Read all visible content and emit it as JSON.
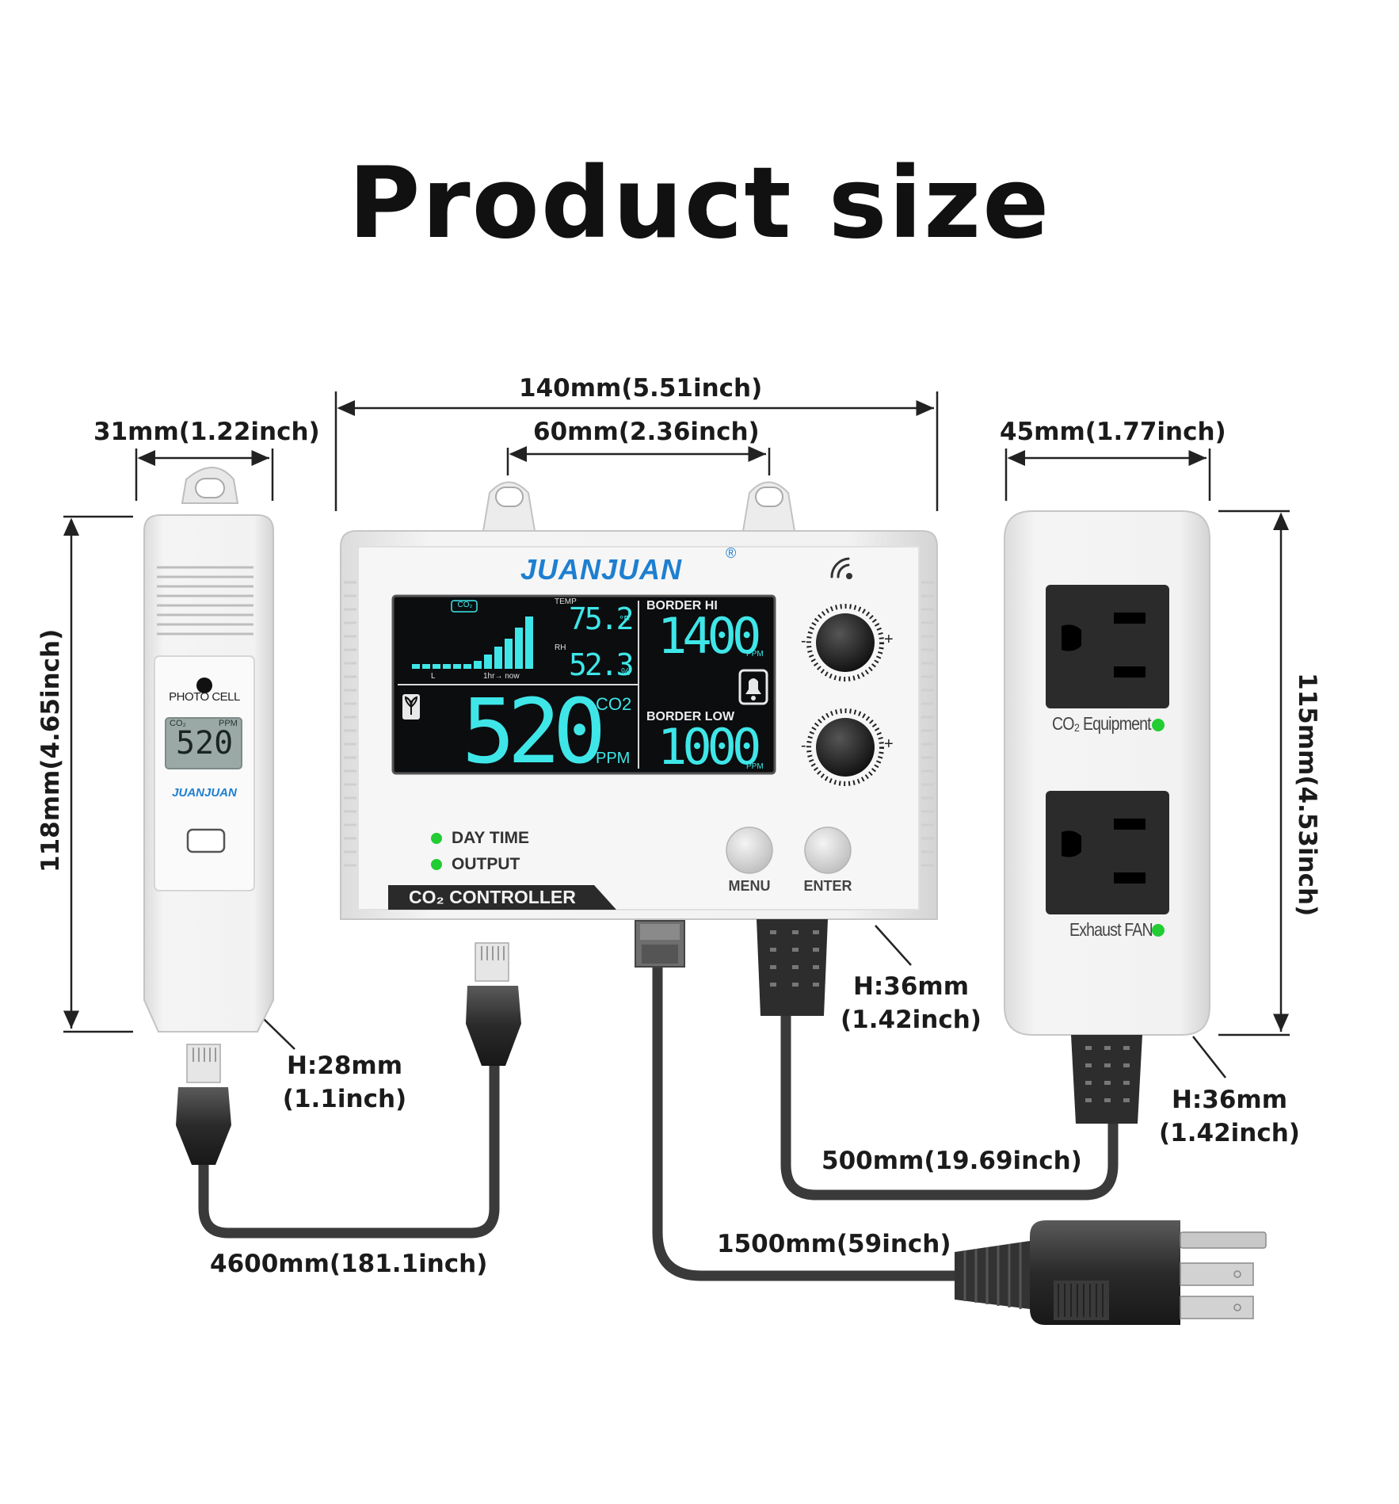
{
  "title": "Product size",
  "brand": "JUANJUAN",
  "brand_mark": "®",
  "dimensions": {
    "sensor_width": "31mm(1.22inch)",
    "sensor_height": "118mm(4.65inch)",
    "sensor_depth_h": "H:28mm",
    "sensor_depth_in": "(1.1inch)",
    "controller_width": "140mm(5.51inch)",
    "controller_hole_spacing": "60mm(2.36inch)",
    "controller_depth_h": "H:36mm",
    "controller_depth_in": "(1.42inch)",
    "outlet_width": "45mm(1.77inch)",
    "outlet_height": "115mm(4.53inch)",
    "outlet_depth_h": "H:36mm",
    "outlet_depth_in": "(1.42inch)",
    "sensor_cable": "4600mm(181.1inch)",
    "outlet_cable": "500mm(19.69inch)",
    "power_cable": "1500mm(59inch)"
  },
  "sensor": {
    "photo_cell": "PHOTO CELL",
    "co2": "CO₂",
    "ppm": "PPM",
    "value": "520",
    "brand": "JUANJUAN"
  },
  "controller": {
    "co2_tag": "CO₂",
    "temp_label": "TEMP",
    "temp_value": "75.2",
    "temp_unit": "°F",
    "rh_label": "RH",
    "rh_value": "52.3",
    "rh_unit": "%",
    "graph_left": "L",
    "graph_axis": "1hr→ now",
    "co2_value": "520",
    "co2_label": "CO2",
    "ppm": "PPM",
    "border_hi_label": "BORDER HI",
    "border_hi_value": "1400",
    "border_low_label": "BORDER LOW",
    "border_low_value": "1000",
    "day_time": "DAY TIME",
    "output": "OUTPUT",
    "product_name": "CO₂ CONTROLLER",
    "menu": "MENU",
    "enter": "ENTER",
    "knob_minus": "-",
    "knob_plus": "+"
  },
  "outlet": {
    "top_label": "CO₂ Equipment",
    "bottom_label": "Exhaust FAN"
  },
  "colors": {
    "lcd_cyan": "#3fe6e8",
    "brand_blue": "#1e7fd0",
    "led_green": "#22cc33"
  }
}
